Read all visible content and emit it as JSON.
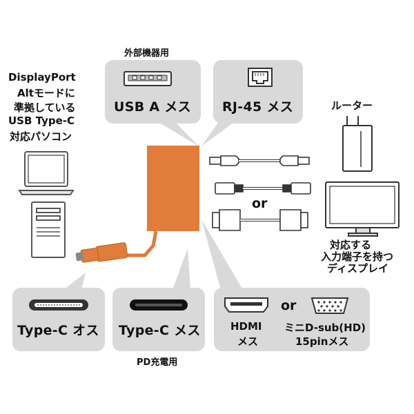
{
  "top_caption": "外部機器用",
  "usb_a_label": "USB A メス",
  "rj45_label": "RJ-45 メス",
  "left_text": [
    "DisplayPort",
    "Altモードに",
    "準拠している",
    "USB Type-C",
    "対応パソコン"
  ],
  "router_label": "ルーター",
  "or_middle": "or",
  "display_text": [
    "対応する",
    "入力端子を持つ",
    "ディスプレイ"
  ],
  "typec_male_label": "Type-C オス",
  "typec_female_label": "Type-C メス",
  "pd_caption": "PD充電用",
  "hdmi_label": [
    "HDMI",
    "メス"
  ],
  "or_bottom": "or",
  "dsub_label": [
    "ミニD-sub(HD)",
    "15pinメス"
  ],
  "colors": {
    "adapter": "#e07d3a",
    "bubble": "#d9d9d9",
    "ink": "#111111"
  }
}
